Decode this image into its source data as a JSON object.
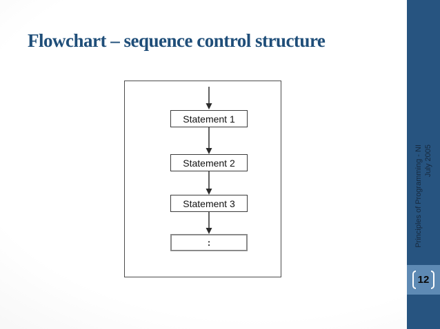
{
  "slide": {
    "title": "Flowchart – sequence control structure"
  },
  "flowchart": {
    "boxes": [
      {
        "label": "Statement 1"
      },
      {
        "label": "Statement 2"
      },
      {
        "label": "Statement 3"
      },
      {
        "label": ":"
      }
    ]
  },
  "sidebar": {
    "vertical_text_lines": [
      "Principles of Programming - NI",
      "July 2005"
    ],
    "page_number": "12"
  },
  "colors": {
    "title_blue": "#1F4E79",
    "sidebar_blue": "#275480",
    "page_box_blue": "#5E8AB4",
    "bracket_white": "#ffffff"
  }
}
